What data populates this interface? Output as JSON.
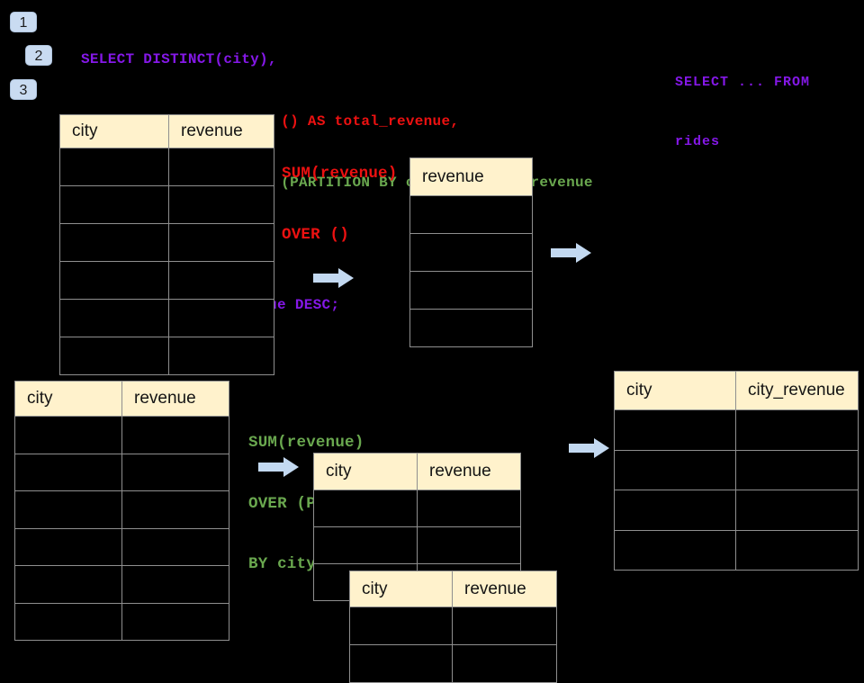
{
  "slide": {
    "background": "#000000"
  },
  "badges": [
    {
      "label": "1"
    },
    {
      "label": "2"
    },
    {
      "label": "3"
    }
  ],
  "sql_code": {
    "lines": [
      {
        "text": "SELECT DISTINCT(city),",
        "color": "#8518E8"
      },
      {
        "text": "SUM(revenue) OVER () AS total_revenue,",
        "color": "#EC1111"
      },
      {
        "text": "SUM(revenue) OVER (PARTITION BY city) as city_revenue",
        "color": "#6AA84F"
      },
      {
        "text": "FROM rides",
        "color": "#8518E8"
      },
      {
        "text": "ORDER by city_revenue DESC;",
        "color": "#8518E8"
      }
    ]
  },
  "corner_note": {
    "lines": [
      "SELECT ... FROM",
      "rides"
    ],
    "color": "#8518E8"
  },
  "annotations": {
    "total_revenue_label": {
      "lines": [
        "SUM(revenue)",
        "OVER ()"
      ],
      "color": "#EC1111"
    },
    "partition_label": {
      "lines": [
        "SUM(revenue)",
        "OVER (PARTITION",
        "BY city)"
      ],
      "color": "#6AA84F"
    }
  },
  "tables": {
    "source_top": {
      "headers": [
        "city",
        "revenue"
      ],
      "empty_body_rows": 6
    },
    "total_result": {
      "headers": [
        "revenue"
      ],
      "empty_body_rows": 4
    },
    "source_bottom": {
      "headers": [
        "city",
        "revenue"
      ],
      "empty_body_rows": 6
    },
    "partition_step": {
      "headers": [
        "city",
        "revenue"
      ],
      "empty_body_rows": 3
    },
    "partition_overlay": {
      "headers": [
        "city",
        "revenue"
      ],
      "empty_body_rows": 2
    },
    "city_revenue_result": {
      "headers": [
        "city",
        "city_revenue"
      ],
      "empty_body_rows": 4
    }
  },
  "colors": {
    "background": "#000000",
    "header_fill": "#FFF2CC",
    "table_border": "#8F8F8F",
    "arrow_fill": "#C3D9F1",
    "badge_fill": "#C9DBF1",
    "sql_purple": "#8518E8",
    "sql_red": "#EC1111",
    "sql_green": "#6AA84F"
  }
}
